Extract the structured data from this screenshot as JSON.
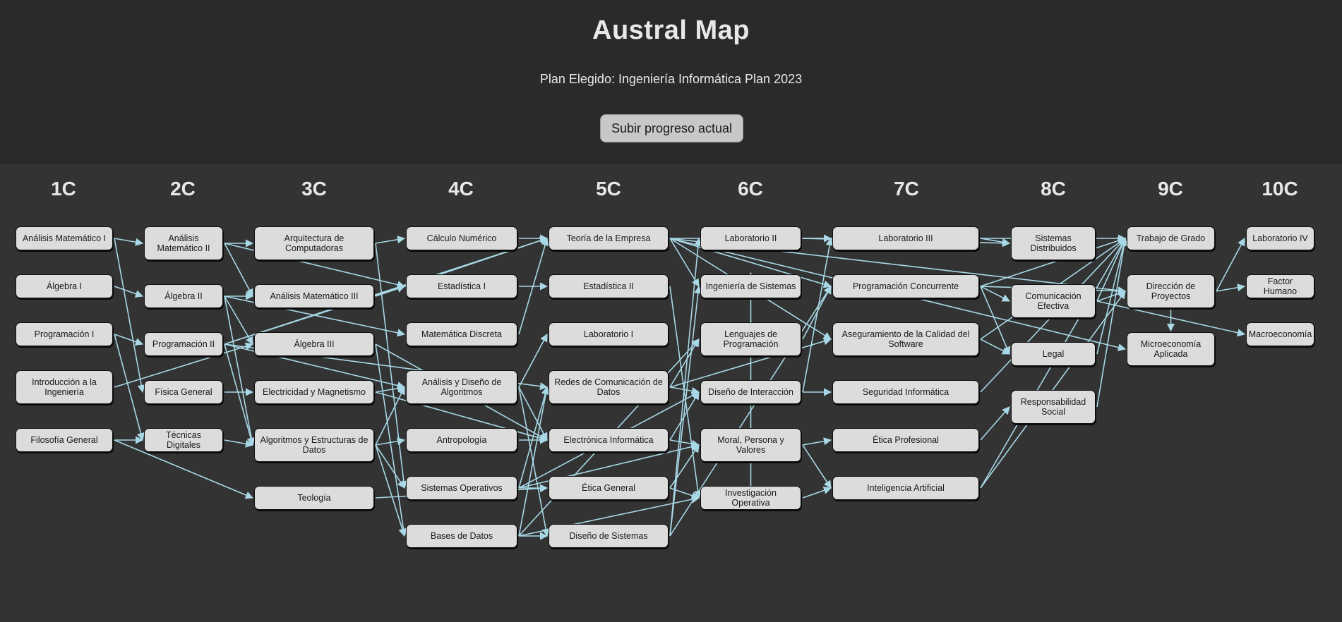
{
  "header": {
    "title": "Austral Map",
    "plan": "Plan Elegido: Ingeniería Informática Plan 2023",
    "upload_label": "Subir progreso actual"
  },
  "colors": {
    "edge": "#a8d8e6",
    "node_bg": "#dcdcdc",
    "background": "#333333"
  },
  "columns": [
    "1C",
    "2C",
    "3C",
    "4C",
    "5C",
    "6C",
    "7C",
    "8C",
    "9C",
    "10C"
  ],
  "nodes": {
    "am1": "Análisis Matemático I",
    "alg1": "Álgebra I",
    "prog1": "Programación I",
    "intro": "Introducción a la Ingeniería",
    "filo": "Filosofía General",
    "am2": "Análisis Matemático II",
    "alg2": "Álgebra II",
    "prog2": "Programación II",
    "fis": "Física General",
    "tdig": "Técnicas Digitales",
    "arq": "Arquitectura de Computadoras",
    "am3": "Análisis Matemático III",
    "alg3": "Álgebra III",
    "elec": "Electricidad y Magnetismo",
    "aed": "Algoritmos y Estructuras de Datos",
    "teo": "Teología",
    "calc": "Cálculo Numérico",
    "est1": "Estadística I",
    "mdis": "Matemática Discreta",
    "ada": "Análisis y Diseño de Algoritmos",
    "antro": "Antropología",
    "so": "Sistemas Operativos",
    "bd": "Bases de Datos",
    "temp": "Teoría de la Empresa",
    "est2": "Estadística II",
    "lab1": "Laboratorio I",
    "redes": "Redes de Comunicación de Datos",
    "einf": "Electrónica Informática",
    "etica": "Ética General",
    "dsis": "Diseño de Sistemas",
    "lab2": "Laboratorio II",
    "isis": "Ingeniería de Sistemas",
    "lprog": "Lenguajes de Programación",
    "dint": "Diseño de Interacción",
    "moral": "Moral, Persona y Valores",
    "iop": "Investigación Operativa",
    "lab3": "Laboratorio III",
    "pconc": "Programación Concurrente",
    "acal": "Aseguramiento de la Calidad del Software",
    "seg": "Seguridad Informática",
    "etprof": "Ética Profesional",
    "ia": "Inteligencia Artificial",
    "sdist": "Sistemas Distribuidos",
    "comef": "Comunicación Efectiva",
    "legal": "Legal",
    "rsoc": "Responsabilidad Social",
    "tgrado": "Trabajo de Grado",
    "dproy": "Dirección de Proyectos",
    "micro": "Microeconomía Aplicada",
    "lab4": "Laboratorio IV",
    "fhum": "Factor Humano",
    "macro": "Macroeconomía"
  },
  "edges": [
    [
      "am1",
      "am2"
    ],
    [
      "am1",
      "fis"
    ],
    [
      "alg1",
      "alg2"
    ],
    [
      "prog1",
      "prog2"
    ],
    [
      "prog1",
      "tdig"
    ],
    [
      "intro",
      "alg3"
    ],
    [
      "filo",
      "tdig"
    ],
    [
      "filo",
      "teo"
    ],
    [
      "am2",
      "am3"
    ],
    [
      "am2",
      "est1"
    ],
    [
      "am2",
      "arq"
    ],
    [
      "alg2",
      "alg3"
    ],
    [
      "alg2",
      "mdis"
    ],
    [
      "alg2",
      "am3"
    ],
    [
      "alg2",
      "aed"
    ],
    [
      "prog2",
      "aed"
    ],
    [
      "prog2",
      "redes"
    ],
    [
      "prog2",
      "ada"
    ],
    [
      "prog2",
      "est1"
    ],
    [
      "prog2",
      "temp"
    ],
    [
      "fis",
      "elec"
    ],
    [
      "tdig",
      "aed"
    ],
    [
      "arq",
      "calc"
    ],
    [
      "arq",
      "so"
    ],
    [
      "am3",
      "est1"
    ],
    [
      "am3",
      "temp"
    ],
    [
      "alg3",
      "bd"
    ],
    [
      "alg3",
      "einf"
    ],
    [
      "elec",
      "ada"
    ],
    [
      "elec",
      "einf"
    ],
    [
      "aed",
      "ada"
    ],
    [
      "aed",
      "antro"
    ],
    [
      "aed",
      "bd"
    ],
    [
      "aed",
      "so"
    ],
    [
      "teo",
      "etica"
    ],
    [
      "calc",
      "temp"
    ],
    [
      "est1",
      "est2"
    ],
    [
      "mdis",
      "temp"
    ],
    [
      "ada",
      "lab1"
    ],
    [
      "ada",
      "einf"
    ],
    [
      "ada",
      "dsis"
    ],
    [
      "antro",
      "einf"
    ],
    [
      "so",
      "redes"
    ],
    [
      "so",
      "etica"
    ],
    [
      "so",
      "dint"
    ],
    [
      "so",
      "moral"
    ],
    [
      "bd",
      "dsis"
    ],
    [
      "bd",
      "redes"
    ],
    [
      "bd",
      "lprog"
    ],
    [
      "bd",
      "iop"
    ],
    [
      "einf",
      "dint"
    ],
    [
      "temp",
      "pconc"
    ],
    [
      "temp",
      "isis"
    ],
    [
      "temp",
      "acal"
    ],
    [
      "temp",
      "dproy"
    ],
    [
      "temp",
      "tgrado"
    ],
    [
      "temp",
      "micro"
    ],
    [
      "est2",
      "iop"
    ],
    [
      "redes",
      "dint"
    ],
    [
      "redes",
      "lprog"
    ],
    [
      "redes",
      "acal"
    ],
    [
      "einf",
      "moral"
    ],
    [
      "etica",
      "moral"
    ],
    [
      "etica",
      "iop"
    ],
    [
      "dsis",
      "lab2"
    ],
    [
      "dsis",
      "pconc"
    ],
    [
      "dsis",
      "isis"
    ],
    [
      "lab2",
      "lab3"
    ],
    [
      "lab2",
      "sdist"
    ],
    [
      "lprog",
      "isis"
    ],
    [
      "lprog",
      "pconc"
    ],
    [
      "dint",
      "seg"
    ],
    [
      "dint",
      "lab3"
    ],
    [
      "moral",
      "etprof"
    ],
    [
      "moral",
      "ia"
    ],
    [
      "iop",
      "ia"
    ],
    [
      "iop",
      "lprog"
    ],
    [
      "lab3",
      "sdist"
    ],
    [
      "pconc",
      "tgrado"
    ],
    [
      "pconc",
      "comef"
    ],
    [
      "pconc",
      "legal"
    ],
    [
      "pconc",
      "dproy"
    ],
    [
      "acal",
      "legal"
    ],
    [
      "acal",
      "tgrado"
    ],
    [
      "seg",
      "tgrado"
    ],
    [
      "etprof",
      "rsoc"
    ],
    [
      "ia",
      "dproy"
    ],
    [
      "ia",
      "tgrado"
    ],
    [
      "comef",
      "tgrado"
    ],
    [
      "comef",
      "dproy"
    ],
    [
      "comef",
      "macro"
    ],
    [
      "legal",
      "tgrado"
    ],
    [
      "rsoc",
      "tgrado"
    ],
    [
      "dproy",
      "lab4"
    ],
    [
      "dproy",
      "fhum"
    ],
    [
      "dproy",
      "micro"
    ]
  ]
}
